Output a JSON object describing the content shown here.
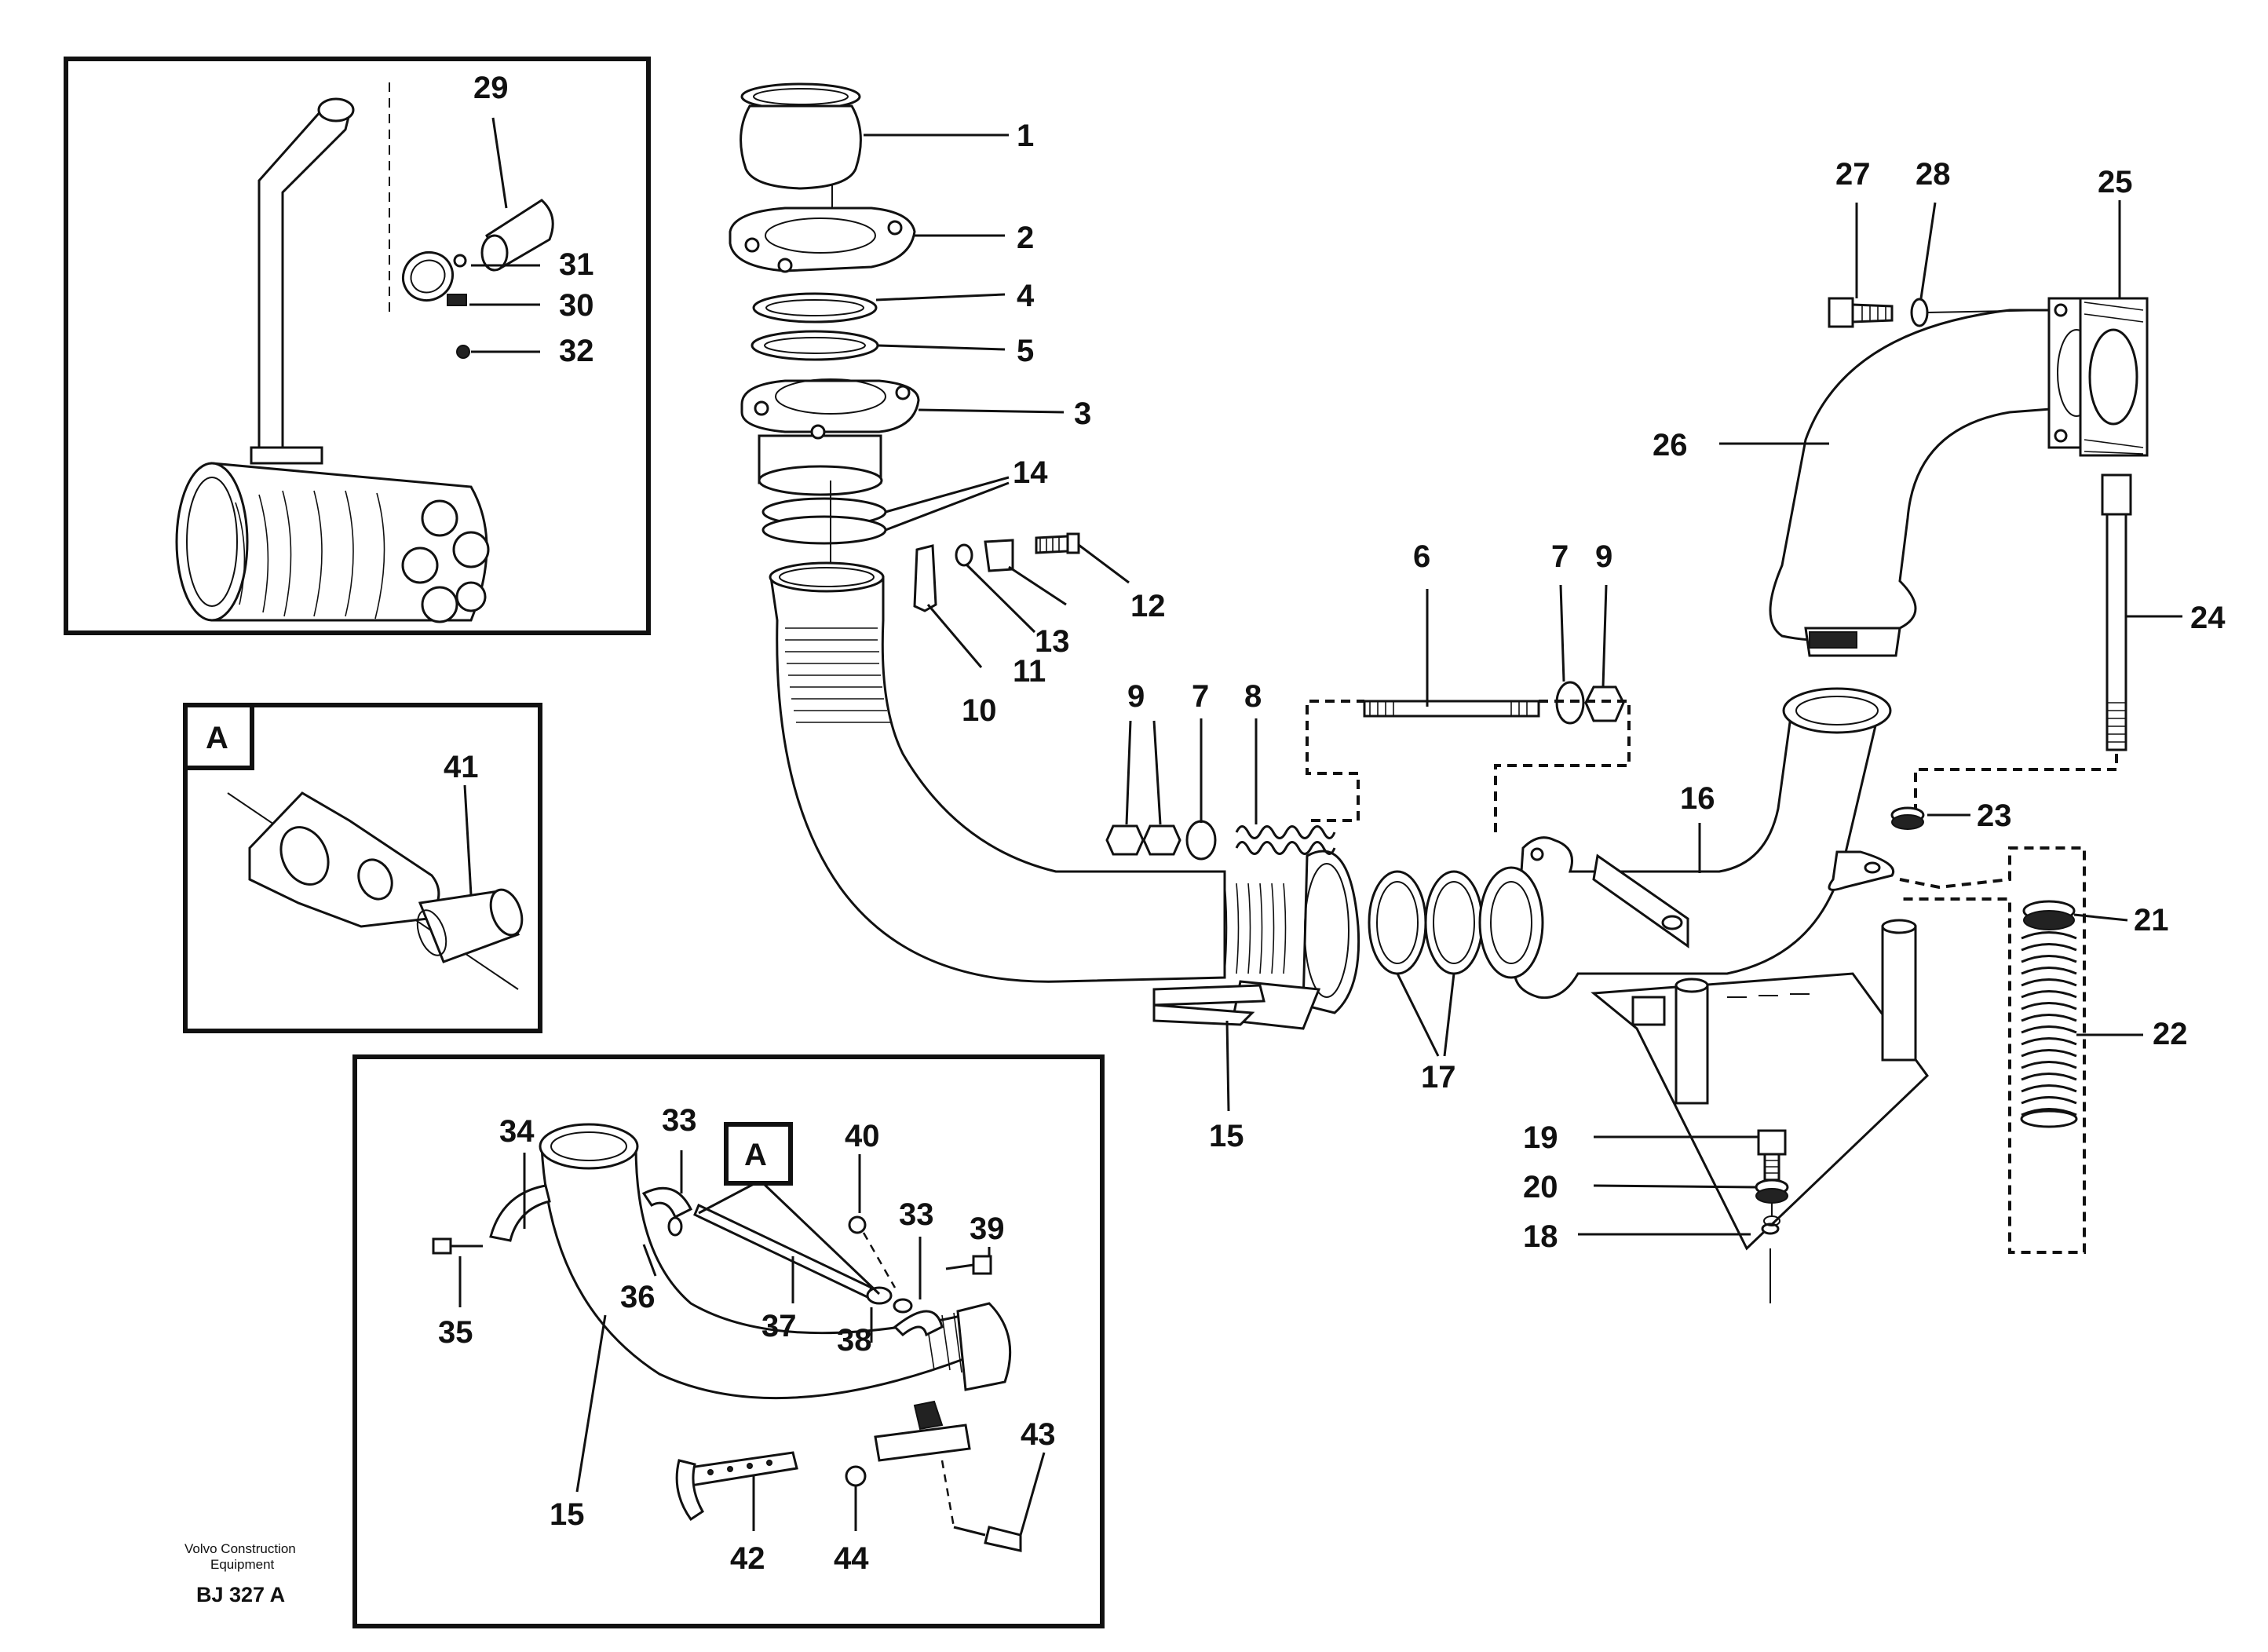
{
  "labels": {
    "n1": "1",
    "n2": "2",
    "n3": "3",
    "n4": "4",
    "n5": "5",
    "n6": "6",
    "n7a": "7",
    "n7b": "7",
    "n8": "8",
    "n9a": "9",
    "n9b": "9",
    "n10": "10",
    "n11": "11",
    "n12": "12",
    "n13": "13",
    "n14": "14",
    "n15a": "15",
    "n15b": "15",
    "n16": "16",
    "n17": "17",
    "n18": "18",
    "n19": "19",
    "n20": "20",
    "n21": "21",
    "n22": "22",
    "n23": "23",
    "n24": "24",
    "n25": "25",
    "n26": "26",
    "n27": "27",
    "n28": "28",
    "n29": "29",
    "n30": "30",
    "n31": "31",
    "n32": "32",
    "n33a": "33",
    "n33b": "33",
    "n34": "34",
    "n35": "35",
    "n36": "36",
    "n37": "37",
    "n38": "38",
    "n39": "39",
    "n40": "40",
    "n41": "41",
    "n42": "42",
    "n43": "43",
    "n44": "44"
  },
  "insets": {
    "detail_a_tag": "A",
    "detail_a_ref_tag": "A"
  },
  "footer": {
    "manufacturer_line1": "Volvo Construction",
    "manufacturer_line2": "Equipment",
    "drawing_code": "BJ 327 A"
  }
}
